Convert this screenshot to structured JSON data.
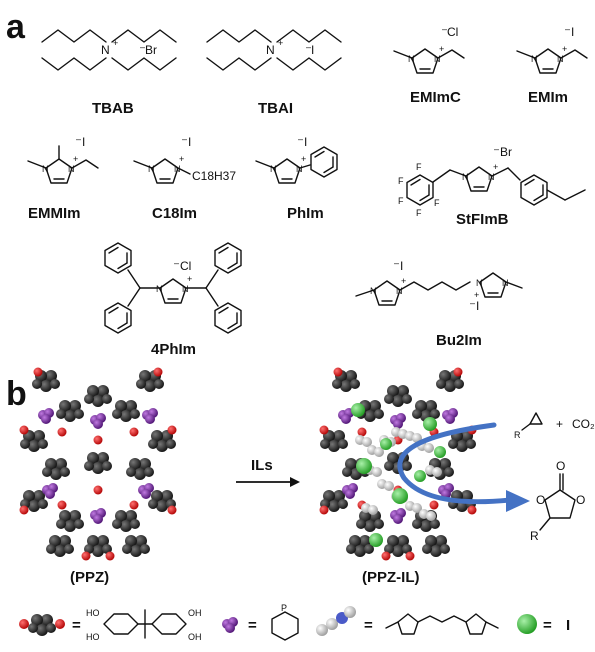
{
  "panel_a": {
    "label": "a",
    "compounds": {
      "tbab": {
        "name": "TBAB",
        "center": "N",
        "charge": "+",
        "anion": "Br"
      },
      "tbai": {
        "name": "TBAI",
        "center": "N",
        "charge": "+",
        "anion": "I"
      },
      "emimc": {
        "name": "EMImC",
        "anion": "Cl"
      },
      "emim": {
        "name": "EMIm",
        "anion": "I"
      },
      "emmim": {
        "name": "EMMIm",
        "anion": "I"
      },
      "c18im": {
        "name": "C18Im",
        "anion": "I",
        "chain": "C18H37"
      },
      "phim": {
        "name": "PhIm",
        "anion": "I"
      },
      "stfimb": {
        "name": "StFImB",
        "anion": "Br",
        "substituent": "F"
      },
      "phim4": {
        "name": "4PhIm",
        "anion": "Cl"
      },
      "bu2im": {
        "name": "Bu2Im",
        "anion": "I"
      }
    }
  },
  "panel_b": {
    "label": "b",
    "ppz_label": "(PPZ)",
    "ppzil_label": "(PPZ-IL)",
    "arrow_label": "ILs",
    "reaction": {
      "epoxide_r": "R",
      "plus": "+",
      "co2": "CO₂",
      "product_r": "R",
      "oxygen": "O"
    },
    "legend": {
      "equals": "=",
      "phosphorus": "P",
      "iodide": "I"
    }
  },
  "colors": {
    "carbon": "#222222",
    "oxygen": "#e01010",
    "phosphazene": "#7a2a9a",
    "iodide": "#3cc83c",
    "il_chain": "#d8d8d8",
    "arrow_blue": "#4472c4"
  }
}
